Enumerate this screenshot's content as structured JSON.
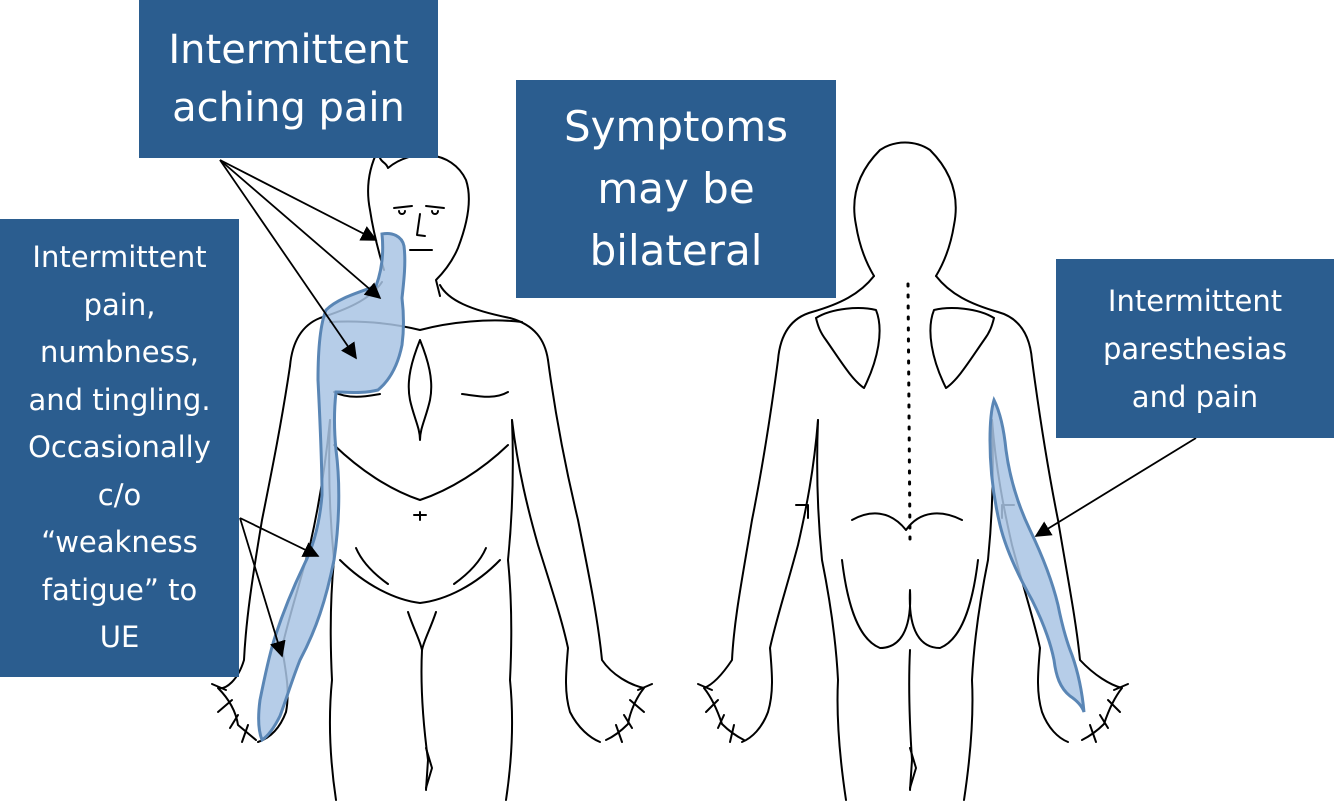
{
  "labels": {
    "aching": {
      "lines": [
        "Intermittent",
        "aching pain"
      ]
    },
    "bilateral": {
      "lines": [
        "Symptoms",
        "may be",
        "bilateral"
      ]
    },
    "left_arm": {
      "lines": [
        "Intermittent",
        "pain,",
        "numbness,",
        "and tingling.",
        "Occasionally",
        "c/o",
        "“weakness",
        "fatigue” to",
        "UE"
      ]
    },
    "right_back": {
      "lines": [
        "Intermittent",
        "paresthesias",
        "and pain"
      ]
    }
  },
  "colors": {
    "label_bg": "#2B5D8F",
    "label_text": "#FFFFFF",
    "region_fill": "#A9C4E4",
    "region_stroke": "#5A86B5",
    "outline": "#000000"
  },
  "icons": [
    "front-body-figure",
    "back-body-figure"
  ]
}
